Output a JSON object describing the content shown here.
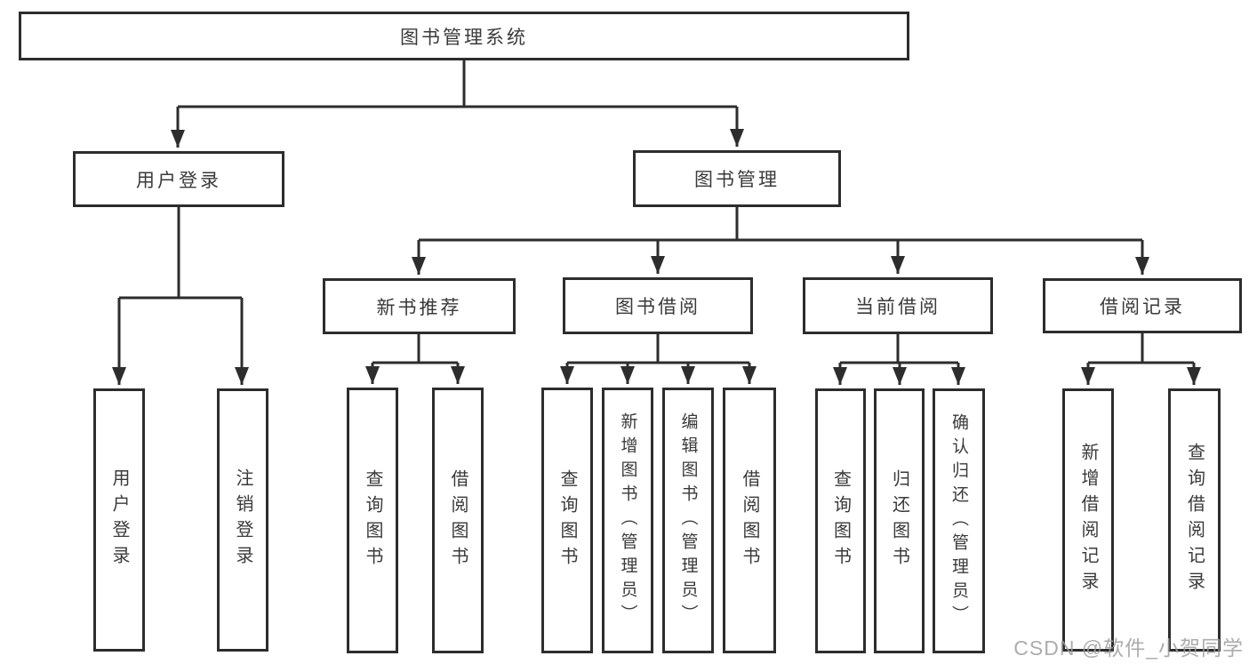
{
  "diagram": {
    "title": "图书管理系统",
    "nodes": {
      "root": "图书管理系统",
      "user-login": "用户登录",
      "book-mgmt": "图书管理",
      "new-book-rec": "新书推荐",
      "book-borrow": "图书借阅",
      "current-borrow": "当前借阅",
      "borrow-record": "借阅记录",
      "leaf-user-login": "用户登录",
      "leaf-logout": "注销登录",
      "leaf-query-book-1": "查询图书",
      "leaf-borrow-book-1": "借阅图书",
      "leaf-query-book-2": "查询图书",
      "leaf-add-book": "新增图书（管理员）",
      "leaf-edit-book": "编辑图书（管理员）",
      "leaf-borrow-book-2": "借阅图书",
      "leaf-query-book-3": "查询图书",
      "leaf-return-book": "归还图书",
      "leaf-confirm-return": "确认归还（管理员）",
      "leaf-add-record": "新增借阅记录",
      "leaf-query-record": "查询借阅记录"
    },
    "edges": [
      {
        "from": "root",
        "to": "user-login"
      },
      {
        "from": "root",
        "to": "book-mgmt"
      },
      {
        "from": "user-login",
        "to": "leaf-user-login"
      },
      {
        "from": "user-login",
        "to": "leaf-logout"
      },
      {
        "from": "book-mgmt",
        "to": "new-book-rec"
      },
      {
        "from": "book-mgmt",
        "to": "book-borrow"
      },
      {
        "from": "book-mgmt",
        "to": "current-borrow"
      },
      {
        "from": "book-mgmt",
        "to": "borrow-record"
      },
      {
        "from": "new-book-rec",
        "to": "leaf-query-book-1"
      },
      {
        "from": "new-book-rec",
        "to": "leaf-borrow-book-1"
      },
      {
        "from": "book-borrow",
        "to": "leaf-query-book-2"
      },
      {
        "from": "book-borrow",
        "to": "leaf-add-book"
      },
      {
        "from": "book-borrow",
        "to": "leaf-edit-book"
      },
      {
        "from": "book-borrow",
        "to": "leaf-borrow-book-2"
      },
      {
        "from": "current-borrow",
        "to": "leaf-query-book-3"
      },
      {
        "from": "current-borrow",
        "to": "leaf-return-book"
      },
      {
        "from": "current-borrow",
        "to": "leaf-confirm-return"
      },
      {
        "from": "borrow-record",
        "to": "leaf-add-record"
      },
      {
        "from": "borrow-record",
        "to": "leaf-query-record"
      }
    ],
    "colors": {
      "line": "#2d2d2d",
      "border": "#2d2d2d",
      "text": "#3a3a3a",
      "background": "#ffffff",
      "watermark": "#9e9e9e"
    }
  },
  "watermark": {
    "text": "CSDN @软件_小贺同学"
  }
}
